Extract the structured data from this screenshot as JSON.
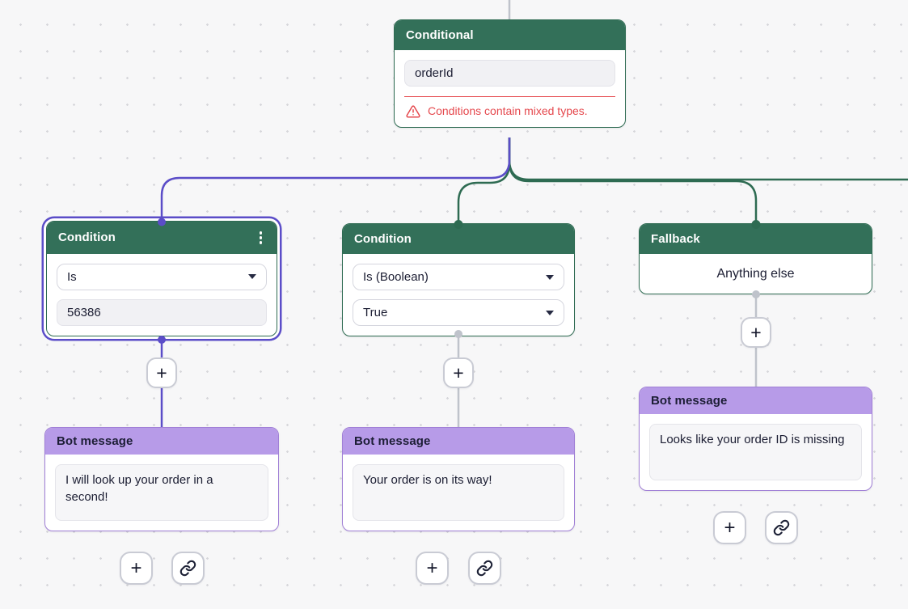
{
  "colors": {
    "node_green": "#2E6B52",
    "header_green": "#337059",
    "selected_purple": "#5B4DC8",
    "bot_header_purple": "#B79BE8",
    "bot_border_purple": "#A07FD6",
    "error_red": "#E5484D",
    "connector_gray": "#BFC3CB",
    "canvas_background": "#F7F7F8"
  },
  "nodes": {
    "conditional": {
      "title": "Conditional",
      "variable": "orderId",
      "error": "Conditions contain mixed types."
    },
    "condition_left": {
      "title": "Condition",
      "operator": "Is",
      "value": "56386"
    },
    "condition_middle": {
      "title": "Condition",
      "operator": "Is (Boolean)",
      "value": "True"
    },
    "fallback": {
      "title": "Fallback",
      "label": "Anything else"
    },
    "bot_message_left": {
      "title": "Bot message",
      "message": "I will look up your order in a second!"
    },
    "bot_message_middle": {
      "title": "Bot message",
      "message": "Your order is on its way!"
    },
    "bot_message_right": {
      "title": "Bot message",
      "message": "Looks like your order ID is missing"
    }
  },
  "controls": {
    "add_label": "+"
  }
}
